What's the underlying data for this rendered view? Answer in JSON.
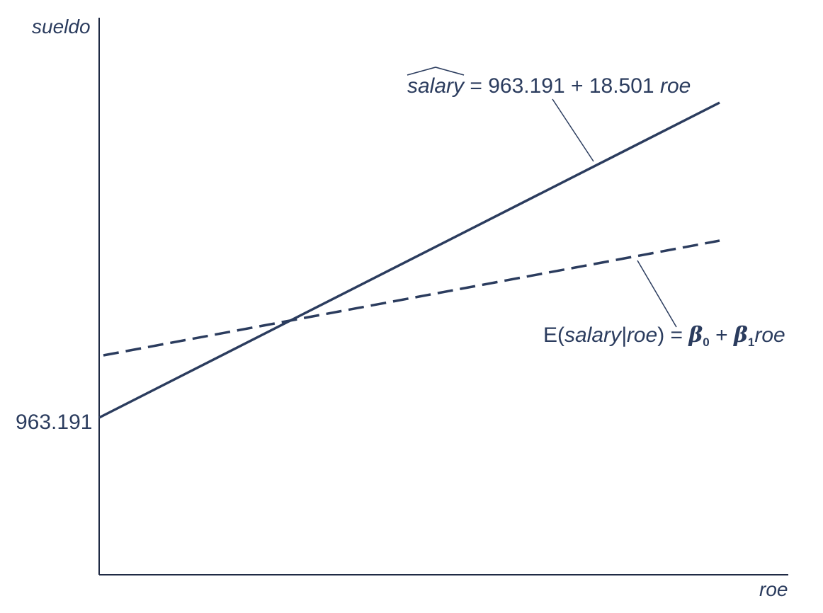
{
  "axes": {
    "y_label": "sueldo",
    "x_label": "roe",
    "y_tick_label": "963.191"
  },
  "fitted_line": {
    "hat_var": "salary",
    "equation_rest": " = 963.191 + 18.501 ",
    "var": "roe",
    "style": "solid"
  },
  "population_line": {
    "prefix": "E(",
    "cond": "salary|roe",
    "close": ") = ",
    "beta0": "β",
    "beta0_sub": "0",
    "plus": " + ",
    "beta1": "β",
    "beta1_sub": "1",
    "var": "roe",
    "style": "dashed"
  },
  "colors": {
    "ink": "#2b3c5e",
    "axis": "#1f2a44"
  }
}
